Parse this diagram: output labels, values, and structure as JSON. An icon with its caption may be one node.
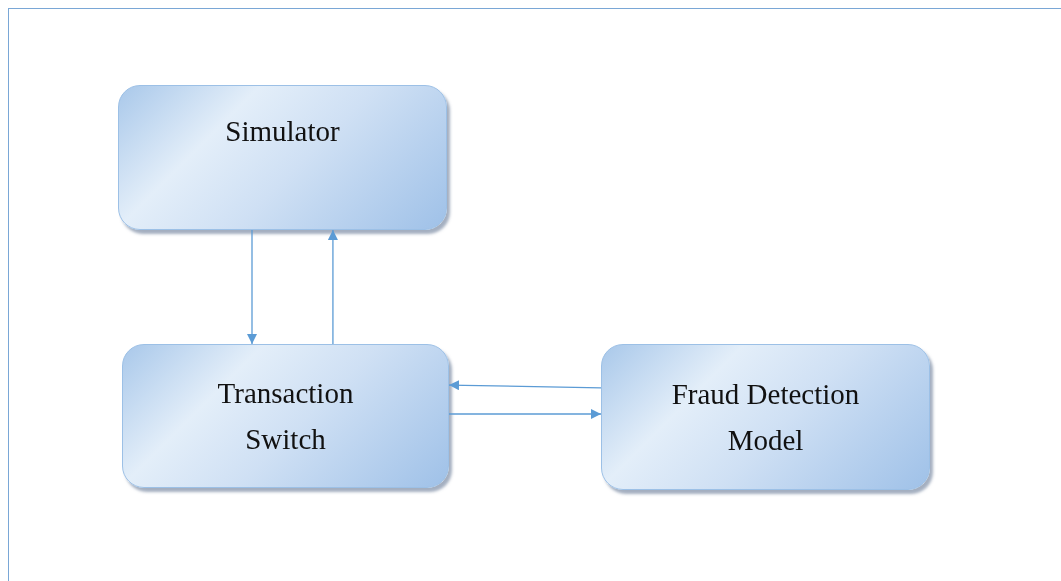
{
  "diagram": {
    "nodes": [
      {
        "text": [
          "Simulator"
        ]
      },
      {
        "text": [
          "Transaction Switch"
        ]
      },
      {
        "text": [
          "Fraud Detection Model"
        ]
      }
    ],
    "edges": [
      {
        "from": 0,
        "to": 1,
        "arrow": "to"
      },
      {
        "from": 1,
        "to": 0,
        "arrow": "to"
      },
      {
        "from": 2,
        "to": 1,
        "arrow": "to"
      },
      {
        "from": 1,
        "to": 2,
        "arrow": "to"
      }
    ]
  }
}
